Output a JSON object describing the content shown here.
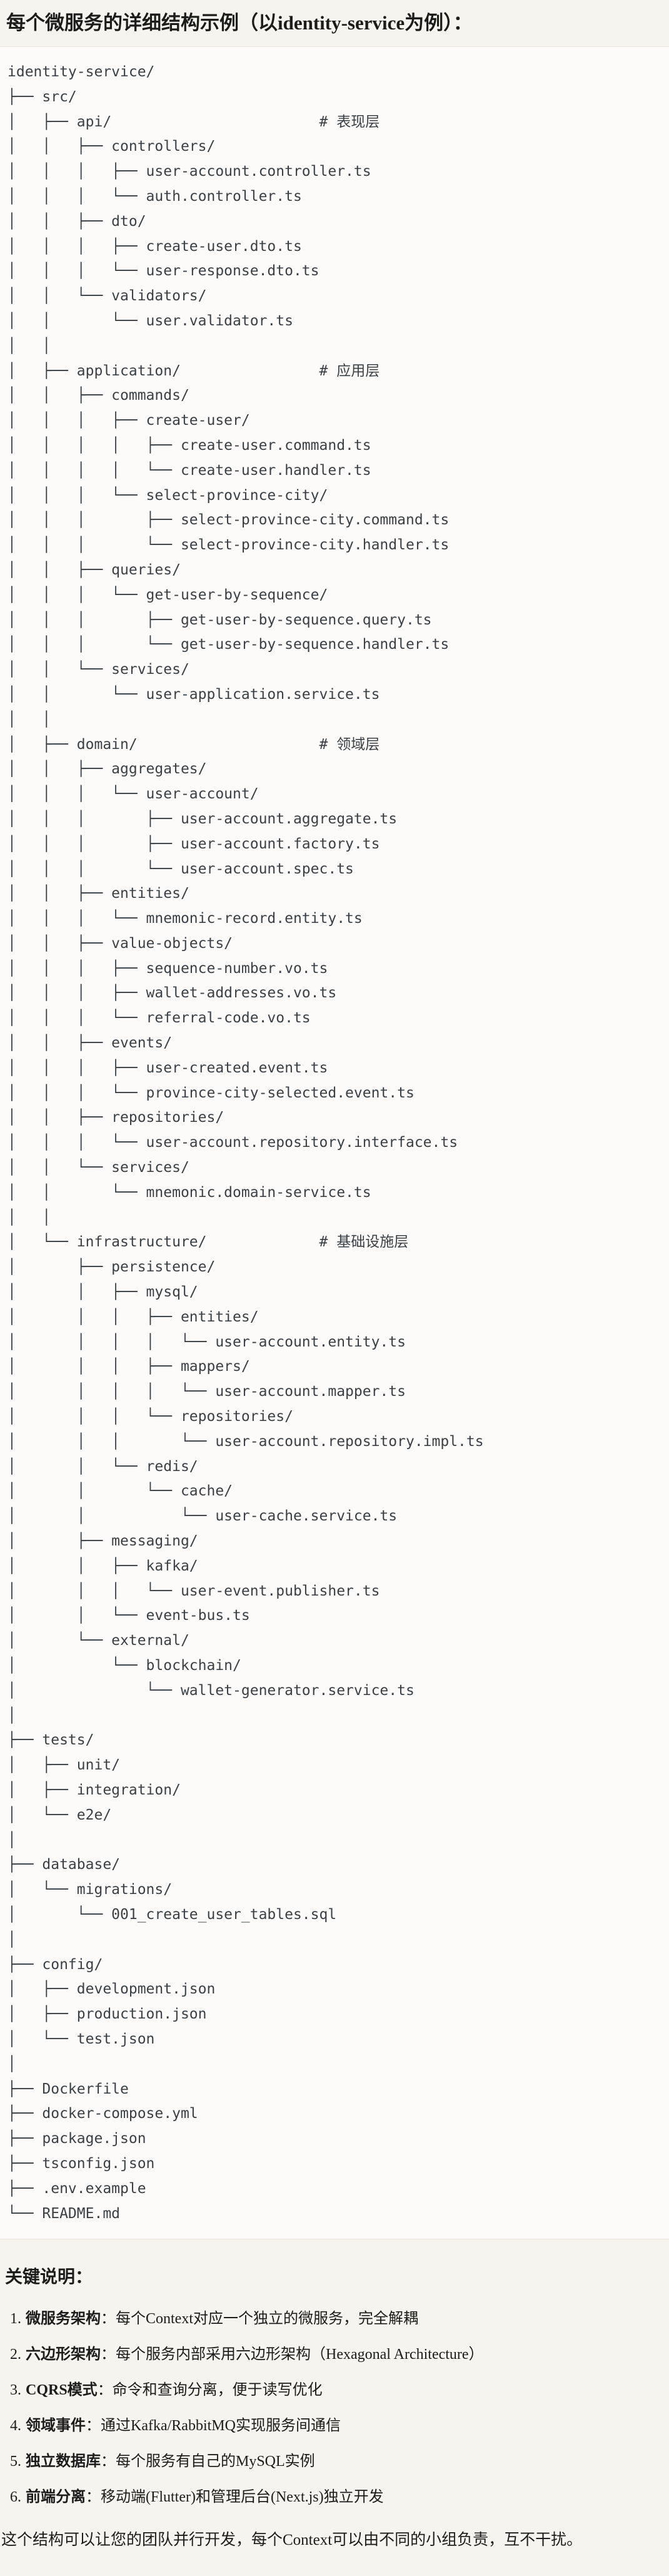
{
  "page": {
    "title": "每个微服务的详细结构示例（以identity-service为例）：",
    "colors": {
      "page_bg": "#F5F4EE",
      "code_bg": "#FCFBF9",
      "code_border": "#E7E4DC",
      "code_text": "#3A4045",
      "body_text": "#1C1C1A"
    }
  },
  "tree": {
    "root": "identity-service/",
    "layer_comments": [
      "# 表现层",
      "# 应用层",
      "# 领域层",
      "# 基础设施层"
    ],
    "lines": [
      "identity-service/",
      "├── src/",
      "│   ├── api/                        # 表现层",
      "│   │   ├── controllers/",
      "│   │   │   ├── user-account.controller.ts",
      "│   │   │   └── auth.controller.ts",
      "│   │   ├── dto/",
      "│   │   │   ├── create-user.dto.ts",
      "│   │   │   └── user-response.dto.ts",
      "│   │   └── validators/",
      "│   │       └── user.validator.ts",
      "│   │",
      "│   ├── application/                # 应用层",
      "│   │   ├── commands/",
      "│   │   │   ├── create-user/",
      "│   │   │   │   ├── create-user.command.ts",
      "│   │   │   │   └── create-user.handler.ts",
      "│   │   │   └── select-province-city/",
      "│   │   │       ├── select-province-city.command.ts",
      "│   │   │       └── select-province-city.handler.ts",
      "│   │   ├── queries/",
      "│   │   │   └── get-user-by-sequence/",
      "│   │   │       ├── get-user-by-sequence.query.ts",
      "│   │   │       └── get-user-by-sequence.handler.ts",
      "│   │   └── services/",
      "│   │       └── user-application.service.ts",
      "│   │",
      "│   ├── domain/                     # 领域层",
      "│   │   ├── aggregates/",
      "│   │   │   └── user-account/",
      "│   │   │       ├── user-account.aggregate.ts",
      "│   │   │       ├── user-account.factory.ts",
      "│   │   │       └── user-account.spec.ts",
      "│   │   ├── entities/",
      "│   │   │   └── mnemonic-record.entity.ts",
      "│   │   ├── value-objects/",
      "│   │   │   ├── sequence-number.vo.ts",
      "│   │   │   ├── wallet-addresses.vo.ts",
      "│   │   │   └── referral-code.vo.ts",
      "│   │   ├── events/",
      "│   │   │   ├── user-created.event.ts",
      "│   │   │   └── province-city-selected.event.ts",
      "│   │   ├── repositories/",
      "│   │   │   └── user-account.repository.interface.ts",
      "│   │   └── services/",
      "│   │       └── mnemonic.domain-service.ts",
      "│   │",
      "│   └── infrastructure/             # 基础设施层",
      "│       ├── persistence/",
      "│       │   ├── mysql/",
      "│       │   │   ├── entities/",
      "│       │   │   │   └── user-account.entity.ts",
      "│       │   │   ├── mappers/",
      "│       │   │   │   └── user-account.mapper.ts",
      "│       │   │   └── repositories/",
      "│       │   │       └── user-account.repository.impl.ts",
      "│       │   └── redis/",
      "│       │       └── cache/",
      "│       │           └── user-cache.service.ts",
      "│       ├── messaging/",
      "│       │   ├── kafka/",
      "│       │   │   └── user-event.publisher.ts",
      "│       │   └── event-bus.ts",
      "│       └── external/",
      "│           └── blockchain/",
      "│               └── wallet-generator.service.ts",
      "│",
      "├── tests/",
      "│   ├── unit/",
      "│   ├── integration/",
      "│   └── e2e/",
      "│",
      "├── database/",
      "│   └── migrations/",
      "│       └── 001_create_user_tables.sql",
      "│",
      "├── config/",
      "│   ├── development.json",
      "│   ├── production.json",
      "│   └── test.json",
      "│",
      "├── Dockerfile",
      "├── docker-compose.yml",
      "├── package.json",
      "├── tsconfig.json",
      "├── .env.example",
      "└── README.md"
    ]
  },
  "keynotes": {
    "heading": "关键说明：",
    "items": [
      {
        "num": "1.",
        "label": "微服务架构",
        "text": "：每个Context对应一个独立的微服务，完全解耦"
      },
      {
        "num": "2.",
        "label": "六边形架构",
        "text": "：每个服务内部采用六边形架构（Hexagonal Architecture）"
      },
      {
        "num": "3.",
        "label": "CQRS模式",
        "text": "：命令和查询分离，便于读写优化"
      },
      {
        "num": "4.",
        "label": "领域事件",
        "text": "：通过Kafka/RabbitMQ实现服务间通信"
      },
      {
        "num": "5.",
        "label": "独立数据库",
        "text": "：每个服务有自己的MySQL实例"
      },
      {
        "num": "6.",
        "label": "前端分离",
        "text": "：移动端(Flutter)和管理后台(Next.js)独立开发"
      }
    ],
    "closing": "这个结构可以让您的团队并行开发，每个Context可以由不同的小组负责，互不干扰。"
  }
}
